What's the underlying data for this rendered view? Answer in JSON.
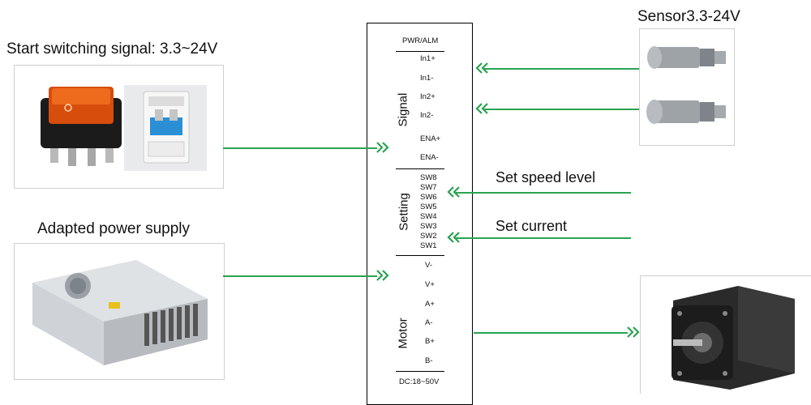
{
  "left": {
    "switch_title": "Start switching signal: 3.3~24V",
    "power_title": "Adapted power supply"
  },
  "right": {
    "sensor_title": "Sensor3.3-24V",
    "speed_label": "Set speed level",
    "current_label": "Set current"
  },
  "driver": {
    "header": "PWR/ALM",
    "footer": "DC:18~50V",
    "groups": {
      "signal": "Signal",
      "setting": "Setting",
      "motor": "Motor"
    },
    "signal_terminals": [
      "In1+",
      "In1-",
      "In2+",
      "In2-",
      "ENA+",
      "ENA-"
    ],
    "setting_switches": [
      "SW8",
      "SW7",
      "SW6",
      "SW5",
      "SW4",
      "SW3",
      "SW2",
      "SW1"
    ],
    "motor_terminals": [
      "V-",
      "V+",
      "A+",
      "A-",
      "B+",
      "B-"
    ]
  },
  "colors": {
    "wire": "#2aa352",
    "box": "#000000"
  },
  "icons": [
    "rocker-switch-icon",
    "circuit-breaker-icon",
    "power-supply-icon",
    "proximity-sensor-icon",
    "stepper-motor-icon",
    "double-chevron-arrow-icon"
  ]
}
